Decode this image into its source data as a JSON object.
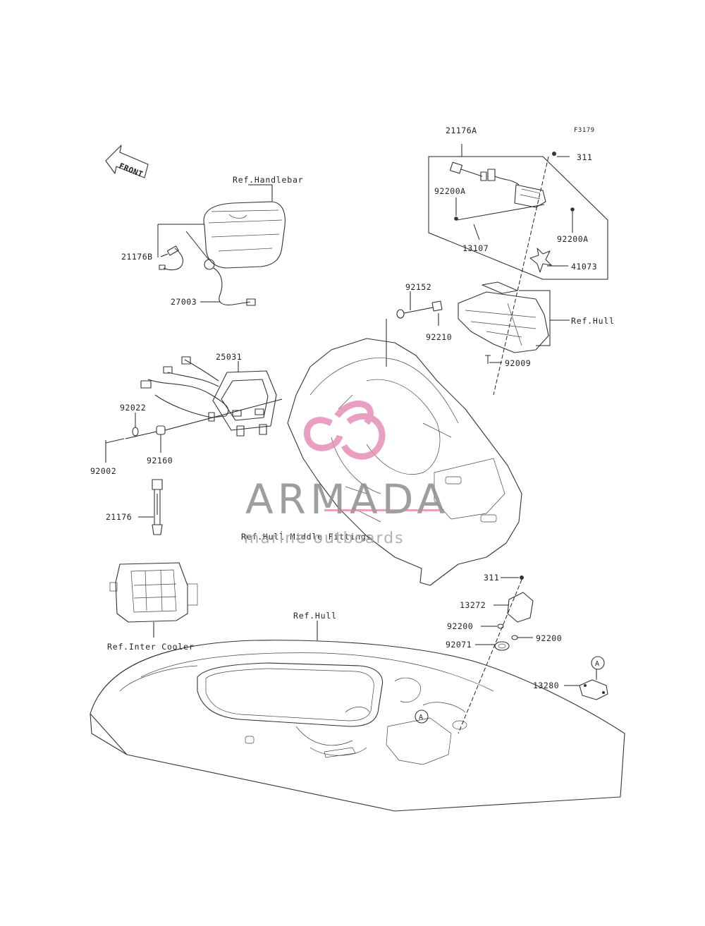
{
  "figure_code": "F3179",
  "front_label": "FRONT",
  "callouts": {
    "p21176A": "21176A",
    "p311_top": "311",
    "p92200A_left": "92200A",
    "p92200A_right": "92200A",
    "p13107": "13107",
    "p41073": "41073",
    "p92152": "92152",
    "p92210": "92210",
    "p92009": "92009",
    "p21176B": "21176B",
    "p27003": "27003",
    "p25031": "25031",
    "p92022": "92022",
    "p92002": "92002",
    "p92160": "92160",
    "p21176": "21176",
    "p311_bottom": "311",
    "p13272": "13272",
    "p92200_left": "92200",
    "p92200_right": "92200",
    "p92071": "92071",
    "p13280": "13280",
    "circle_a_right": "A",
    "circle_a_hull": "A"
  },
  "references": {
    "handlebar": "Ref.Handlebar",
    "hull_top": "Ref.Hull",
    "hull_middle": "Ref.Hull Middle Fittings",
    "inter_cooler": "Ref.Inter Cooler",
    "hull_bottom": "Ref.Hull"
  },
  "watermark": {
    "brand": "ARMADA",
    "tagline": "marine outboards",
    "logo_color": "#e58fb8",
    "text_color": "#8e8e8e"
  }
}
